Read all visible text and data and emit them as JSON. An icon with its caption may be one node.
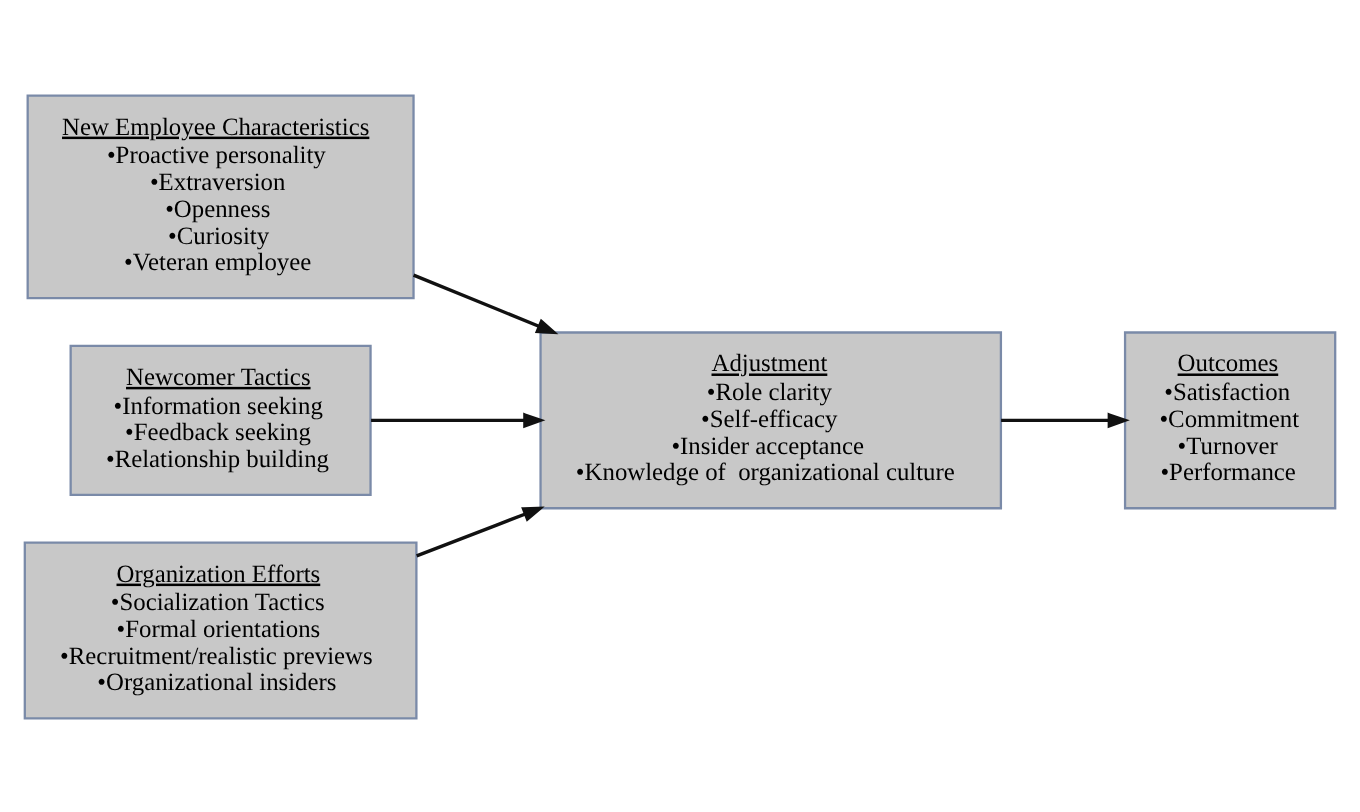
{
  "diagram": {
    "nodes": [
      {
        "text": [
          "New Employee Characteristics",
          "•Proactive personality",
          "•Extraversion",
          "•Openness",
          "•Curiosity",
          "•Veteran employee"
        ]
      },
      {
        "text": [
          "Newcomer Tactics",
          "•Information seeking",
          "•Feedback seeking",
          "•Relationship building"
        ]
      },
      {
        "text": [
          "Organization Efforts",
          "•Socialization Tactics",
          "•Formal orientations",
          "•Recruitment/realistic previews",
          "•Organizational insiders"
        ]
      },
      {
        "text": [
          "Adjustment",
          "•Role clarity",
          "•Self-efficacy",
          "•Insider acceptance",
          "•Knowledge of  organizational culture"
        ]
      },
      {
        "text": [
          "Outcomes",
          "•Satisfaction",
          "•Commitment",
          "•Turnover",
          "•Performance"
        ]
      }
    ],
    "edges": [
      {
        "from": 0,
        "to": 3,
        "arrow": "to"
      },
      {
        "from": 1,
        "to": 3,
        "arrow": "to"
      },
      {
        "from": 2,
        "to": 3,
        "arrow": "to"
      },
      {
        "from": 3,
        "to": 4,
        "arrow": "to"
      }
    ]
  }
}
